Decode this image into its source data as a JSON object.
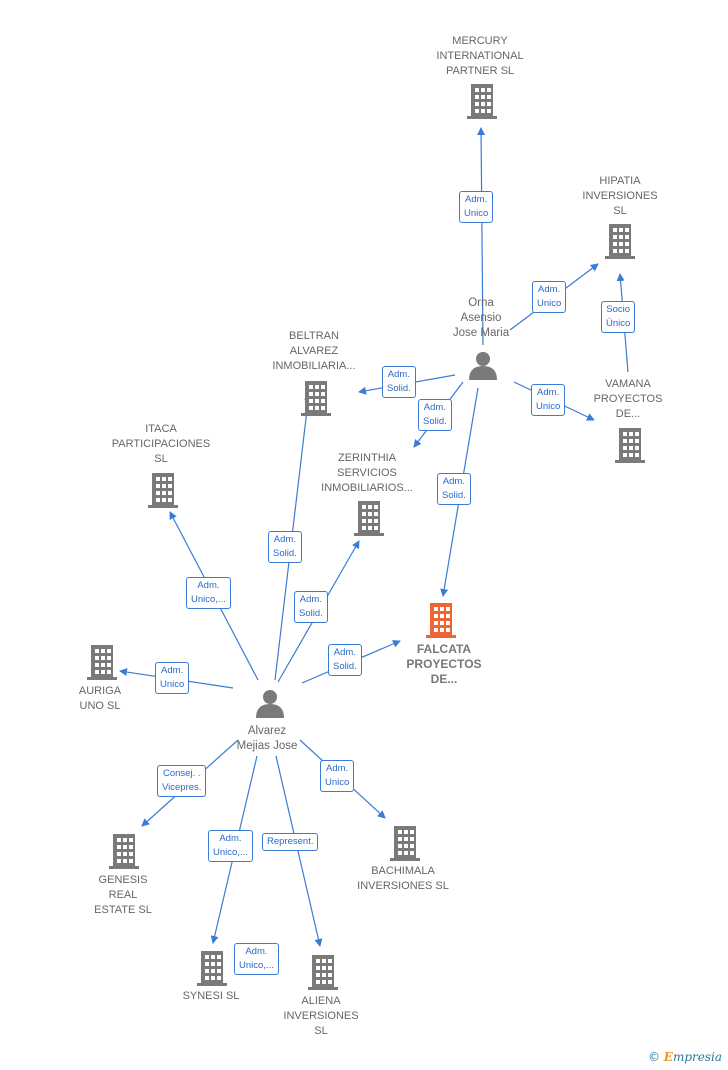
{
  "colors": {
    "edge": "#3a7bd5",
    "building": "#7a7a7a",
    "highlight": "#ee6633",
    "person": "#7a7a7a"
  },
  "companies": {
    "mercury": "MERCURY\nINTERNATIONAL\nPARTNER SL",
    "hipatia": "HIPATIA\nINVERSIONES\nSL",
    "beltran": "BELTRAN\nALVAREZ\nINMOBILIARIA...",
    "vamana": "VAMANA\nPROYECTOS\nDE...",
    "itaca": "ITACA\nPARTICIPACIONES\nSL",
    "zerinthia": "ZERINTHIA\nSERVICIOS\nINMOBILIARIOS...",
    "falcata": "FALCATA\nPROYECTOS\nDE...",
    "auriga": "AURIGA\nUNO SL",
    "genesis": "GENESIS\nREAL\nESTATE  SL",
    "bachimala": "BACHIMALA\nINVERSIONES SL",
    "synesi": "SYNESI SL",
    "aliena": "ALIENA\nINVERSIONES\nSL"
  },
  "persons": {
    "orna": "Orna\nAsensio\nJose Maria",
    "alvarez": "Alvarez\nMejias Jose"
  },
  "edges": {
    "orna_mercury": "Adm.\nUnico",
    "orna_hipatia": "Adm.\nUnico",
    "vamana_hipatia": "Socio\nÚnico",
    "orna_beltran": "Adm.\nSolid.",
    "orna_zerinthia": "Adm.\nSolid.",
    "orna_vamana": "Adm.\nUnico",
    "orna_falcata": "Adm.\nSolid.",
    "alv_beltran": "Adm.\nSolid.",
    "alv_itaca": "Adm.\nUnico,...",
    "alv_zerinthia": "Adm.\nSolid.",
    "alv_falcata": "Adm.\nSolid.",
    "alv_auriga": "Adm.\nUnico",
    "alv_genesis": "Consej. .\nVicepres.",
    "alv_bachimala": "Adm.\nUnico",
    "alv_synesi": "Adm.\nUnico,...",
    "alv_aliena": "Represent.",
    "alv_aliena2": "Adm.\nUnico,..."
  },
  "brand": {
    "copyright": "©",
    "e": "E",
    "rest": "mpresia"
  }
}
